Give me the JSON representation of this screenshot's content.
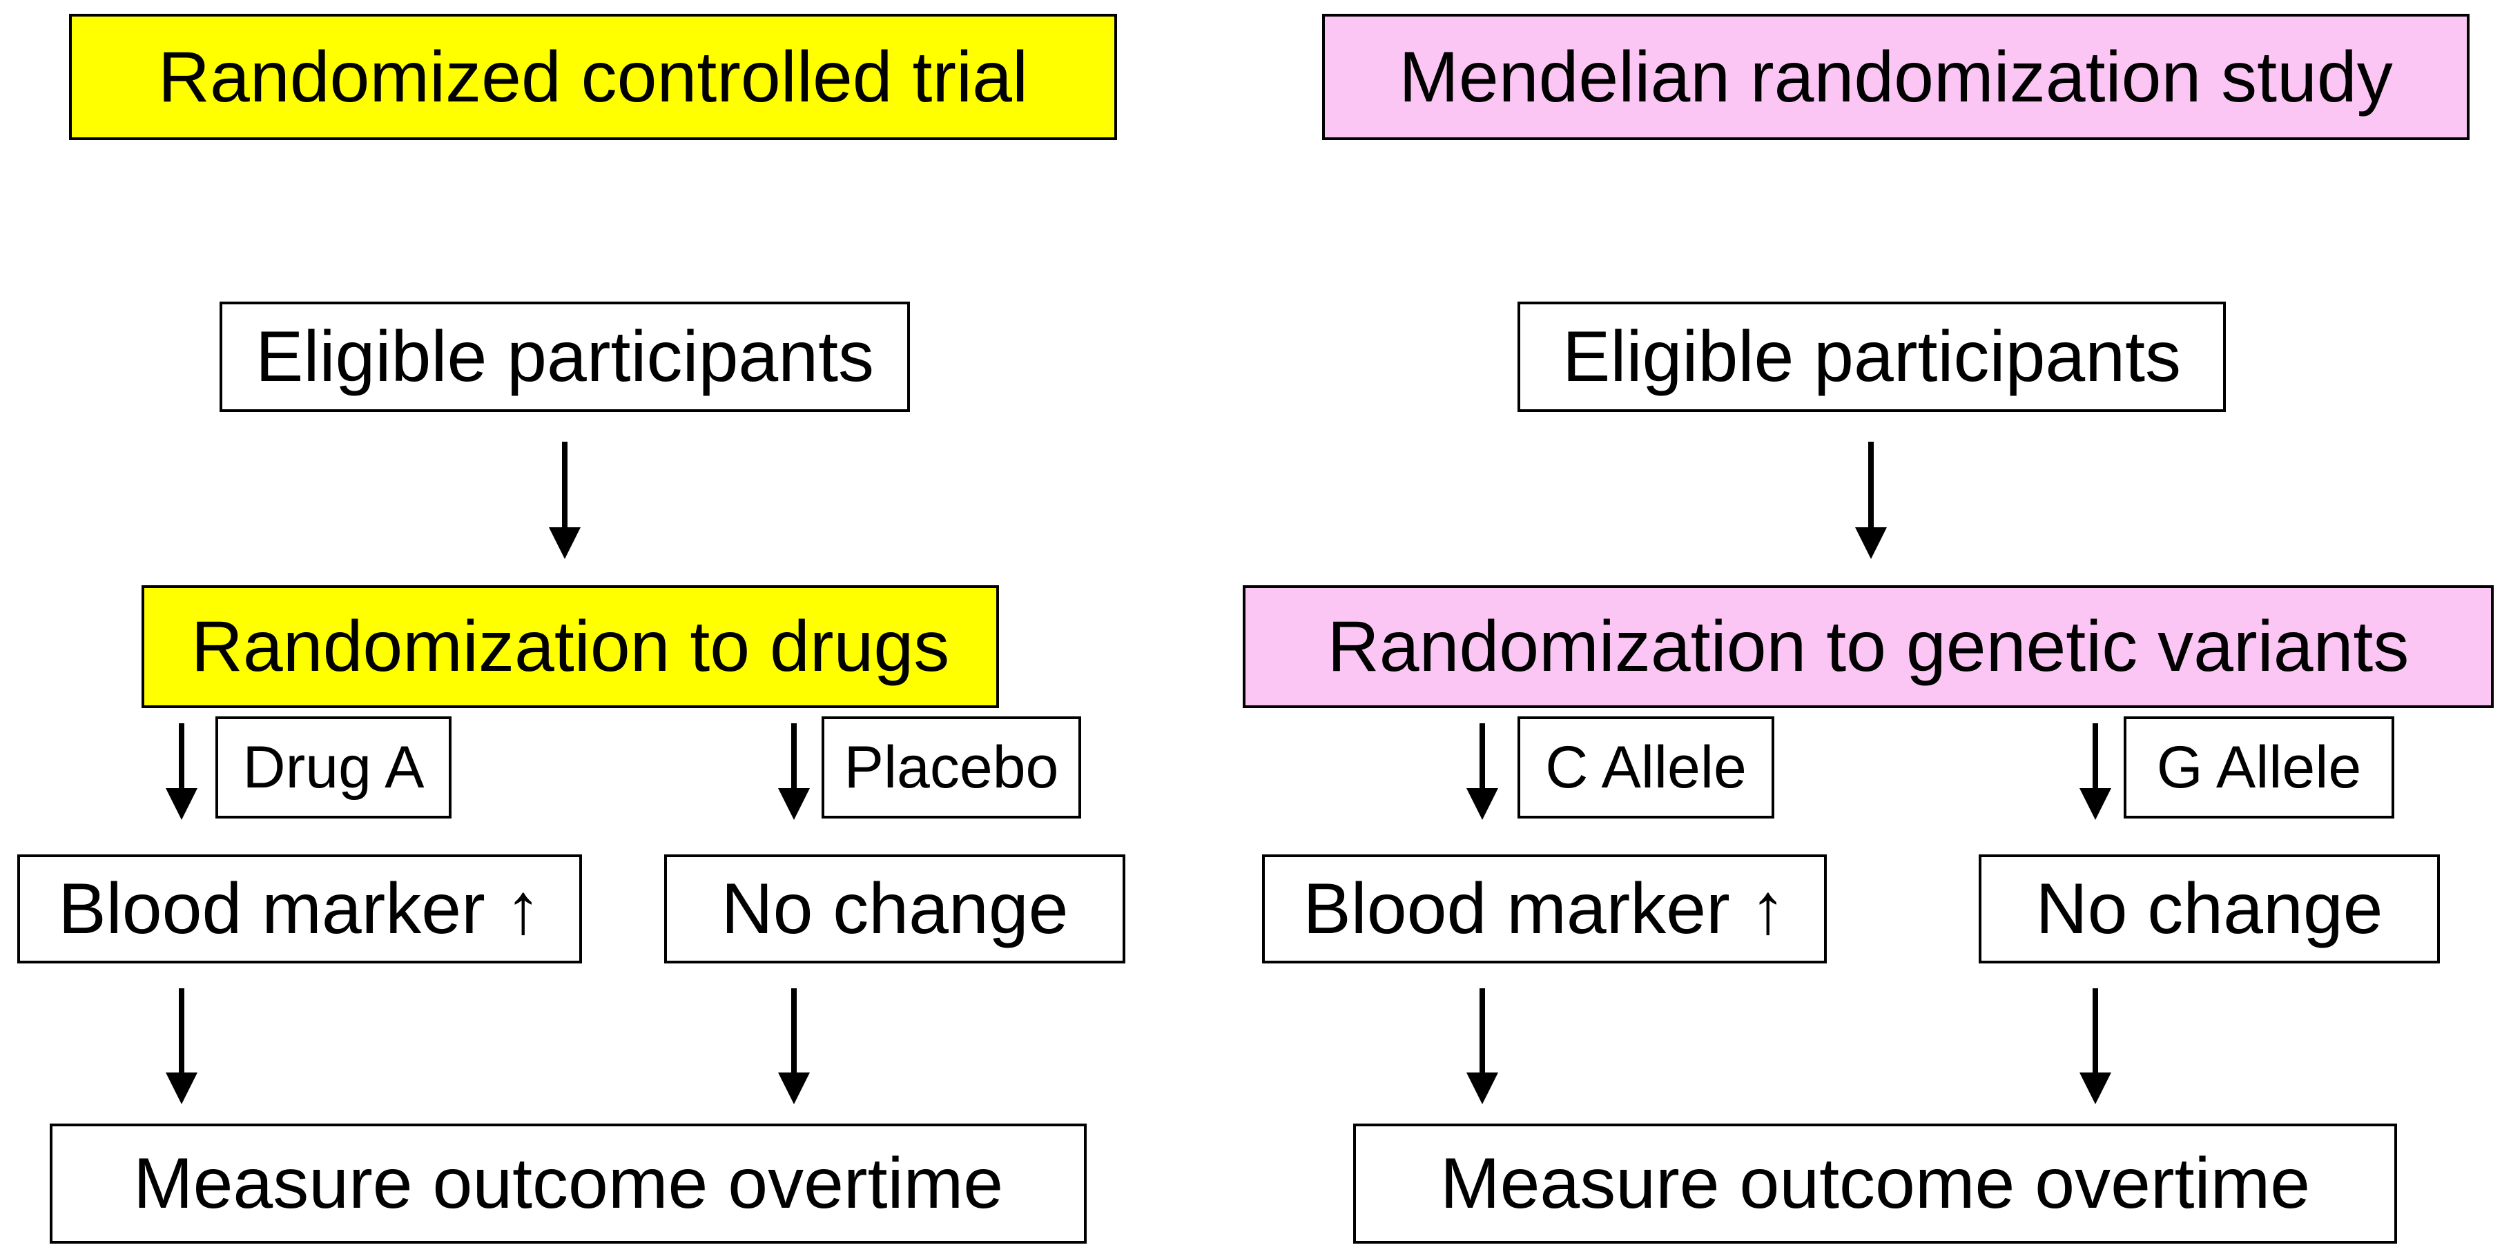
{
  "diagram": {
    "rct": {
      "header": "Randomized controlled trial",
      "eligible": "Eligible participants",
      "randomization": "Randomization to drugs",
      "branch1_label": "Drug A",
      "branch2_label": "Placebo",
      "outcome1": "Blood marker ↑",
      "outcome2": "No change",
      "measure": "Measure outcome overtime"
    },
    "mr": {
      "header": "Mendelian randomization study",
      "eligible": "Eligible participants",
      "randomization": "Randomization to genetic variants",
      "branch1_label": "C Allele",
      "branch2_label": "G Allele",
      "outcome1": "Blood marker ↑",
      "outcome2": "No change",
      "measure": "Measure outcome overtime"
    },
    "colors": {
      "rct_highlight": "#ffff00",
      "mr_highlight": "#fbc6f3",
      "box_border": "#000000",
      "arrow": "#000000",
      "background": "#ffffff"
    }
  }
}
